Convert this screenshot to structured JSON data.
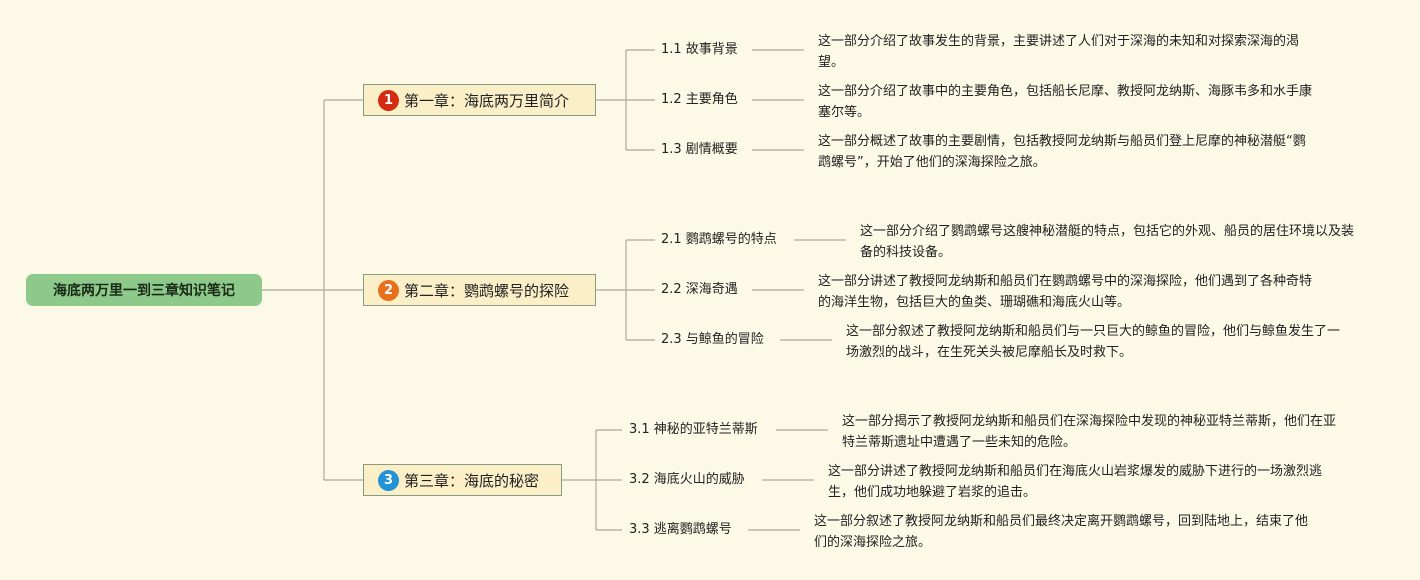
{
  "root": {
    "title": "海底两万里一到三章知识笔记"
  },
  "chapters": [
    {
      "badge": "1",
      "badge_color": "#d42b12",
      "title": "第一章：海底两万里简介",
      "sections": [
        {
          "label": "1.1 故事背景",
          "desc": "这一部分介绍了故事发生的背景，主要讲述了人们对于深海的未知和对探索深海的渴望。"
        },
        {
          "label": "1.2 主要角色",
          "desc": "这一部分介绍了故事中的主要角色，包括船长尼摩、教授阿龙纳斯、海豚韦多和水手康塞尔等。"
        },
        {
          "label": "1.3 剧情概要",
          "desc": "这一部分概述了故事的主要剧情，包括教授阿龙纳斯与船员们登上尼摩的神秘潜艇“鹦鹉螺号”，开始了他们的深海探险之旅。"
        }
      ]
    },
    {
      "badge": "2",
      "badge_color": "#e8701c",
      "title": "第二章：鹦鹉螺号的探险",
      "sections": [
        {
          "label": "2.1 鹦鹉螺号的特点",
          "desc": "这一部分介绍了鹦鹉螺号这艘神秘潜艇的特点，包括它的外观、船员的居住环境以及装备的科技设备。"
        },
        {
          "label": "2.2 深海奇遇",
          "desc": "这一部分讲述了教授阿龙纳斯和船员们在鹦鹉螺号中的深海探险，他们遇到了各种奇特的海洋生物，包括巨大的鱼类、珊瑚礁和海底火山等。"
        },
        {
          "label": "2.3 与鲸鱼的冒险",
          "desc": "这一部分叙述了教授阿龙纳斯和船员们与一只巨大的鲸鱼的冒险，他们与鲸鱼发生了一场激烈的战斗，在生死关头被尼摩船长及时救下。"
        }
      ]
    },
    {
      "badge": "3",
      "badge_color": "#2392d6",
      "title": "第三章：海底的秘密",
      "sections": [
        {
          "label": "3.1 神秘的亚特兰蒂斯",
          "desc": "这一部分揭示了教授阿龙纳斯和船员们在深海探险中发现的神秘亚特兰蒂斯，他们在亚特兰蒂斯遗址中遭遇了一些未知的危险。"
        },
        {
          "label": "3.2 海底火山的威胁",
          "desc": "这一部分讲述了教授阿龙纳斯和船员们在海底火山岩浆爆发的威胁下进行的一场激烈逃生，他们成功地躲避了岩浆的追击。"
        },
        {
          "label": "3.3 逃离鹦鹉螺号",
          "desc": "这一部分叙述了教授阿龙纳斯和船员们最终决定离开鹦鹉螺号，回到陆地上，结束了他们的深海探险之旅。"
        }
      ]
    }
  ]
}
